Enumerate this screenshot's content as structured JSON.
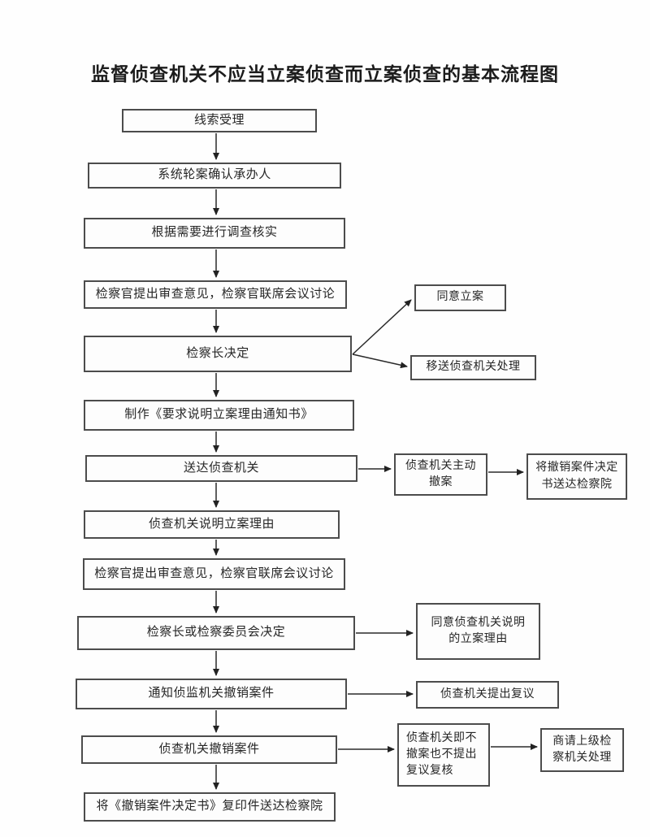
{
  "title": "监督侦查机关不应当立案侦查而立案侦查的基本流程图",
  "nodes": {
    "clue_acceptance": {
      "label": "线索受理"
    },
    "system_rotation": {
      "label": "系统轮案确认承办人"
    },
    "investigation_verify": {
      "label": "根据需要进行调查核实"
    },
    "prosecutor_opinion_1": {
      "label": "检察官提出审查意见，检察官联席会议讨论"
    },
    "chief_decision": {
      "label": "检察长决定"
    },
    "agree_filing": {
      "label": "同意立案"
    },
    "transfer_to_organ": {
      "label": "移送侦查机关处理"
    },
    "make_notice": {
      "label": "制作《要求说明立案理由通知书》"
    },
    "deliver_to_organ": {
      "label": "送达侦查机关"
    },
    "organ_withdraw": {
      "label": "侦查机关主动\n撤案"
    },
    "send_decision_to_procuratorate": {
      "label": "将撤销案件决定\n书送达检察院"
    },
    "organ_explain": {
      "label": "侦查机关说明立案理由"
    },
    "prosecutor_opinion_2": {
      "label": "检察官提出审查意见，检察官联席会议讨论"
    },
    "chief_or_committee_decision": {
      "label": "检察长或检察委员会决定"
    },
    "agree_explanation": {
      "label": "同意侦查机关说明\n的立案理由"
    },
    "notify_withdraw": {
      "label": "通知侦监机关撤销案件"
    },
    "organ_reconsideration": {
      "label": "侦查机关提出复议"
    },
    "organ_withdraw_case": {
      "label": "侦查机关撤销案件"
    },
    "organ_neither": {
      "label": "侦查机关即不\n撤案也不提出\n复议复核"
    },
    "consult_superior": {
      "label": "商请上级检\n察机关处理"
    },
    "send_copy": {
      "label": "将《撤销案件决定书》复印件送达检察院"
    }
  },
  "colors": {
    "box_border": "#4c4c4c",
    "arrow": "#2a2a2a",
    "text": "#262626"
  }
}
